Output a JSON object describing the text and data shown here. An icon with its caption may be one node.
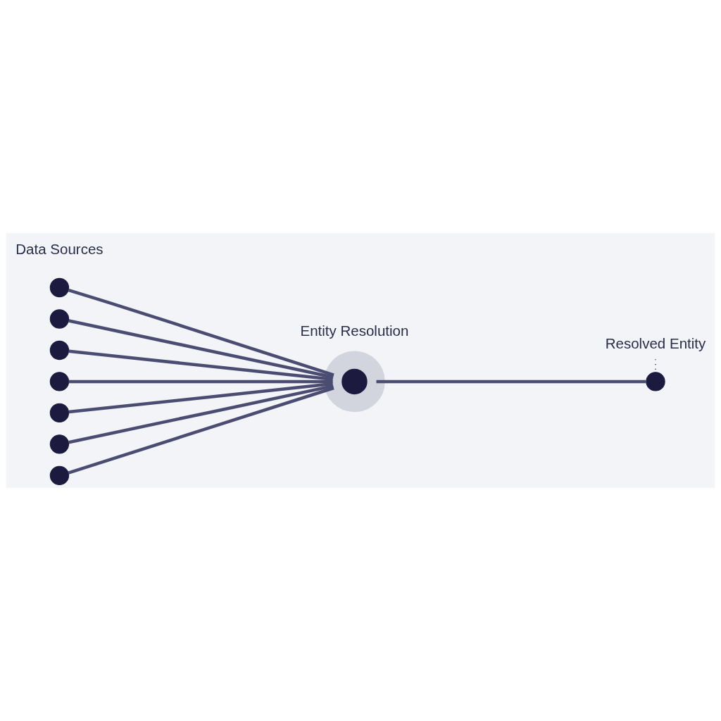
{
  "diagram": {
    "nodes": [
      {
        "text": [
          "Resolved Entity"
        ]
      },
      {
        "text": [],
        "shape": "circle"
      },
      {
        "text": [],
        "shape": "circle"
      },
      {
        "text": [],
        "shape": "circle"
      },
      {
        "text": [],
        "shape": "circle"
      },
      {
        "text": [],
        "shape": "circle"
      },
      {
        "text": [],
        "shape": "circle"
      },
      {
        "text": [],
        "shape": "circle"
      },
      {
        "text": [],
        "shape": "circle",
        "beside": [
          "Entity Resolution"
        ]
      },
      {
        "text": [],
        "shape": "circle"
      }
    ],
    "edges": [
      {
        "from": 1,
        "to": 8,
        "arrow": "none"
      },
      {
        "from": 2,
        "to": 8,
        "arrow": "none"
      },
      {
        "from": 3,
        "to": 8,
        "arrow": "none"
      },
      {
        "from": 4,
        "to": 8,
        "arrow": "none"
      },
      {
        "from": 5,
        "to": 8,
        "arrow": "none"
      },
      {
        "from": 6,
        "to": 8,
        "arrow": "none"
      },
      {
        "from": 7,
        "to": 8,
        "arrow": "none"
      },
      {
        "from": 8,
        "to": 9,
        "arrow": "none"
      },
      {
        "from": 0,
        "to": 9,
        "arrow": "none",
        "style": "dashed"
      }
    ],
    "labels": [
      "Data Sources"
    ]
  }
}
